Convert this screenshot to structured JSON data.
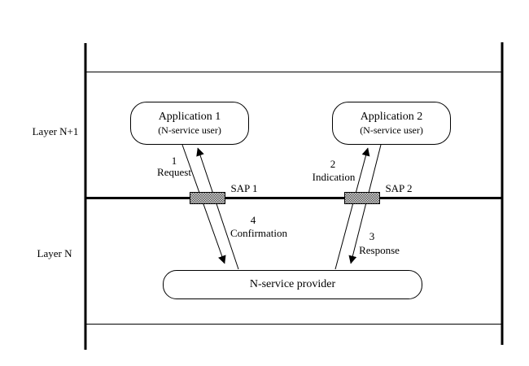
{
  "diagram": {
    "layers": {
      "upper_label": "Layer N+1",
      "lower_label": "Layer N"
    },
    "boxes": {
      "app1": {
        "title": "Application 1",
        "subtitle": "(N-service user)"
      },
      "app2": {
        "title": "Application 2",
        "subtitle": "(N-service user)"
      },
      "provider": {
        "title": "N-service provider"
      }
    },
    "saps": {
      "sap1_label": "SAP 1",
      "sap2_label": "SAP 2"
    },
    "primitives": {
      "request": {
        "number": "1",
        "label": "Request"
      },
      "indication": {
        "number": "2",
        "label": "Indication"
      },
      "response": {
        "number": "3",
        "label": "Response"
      },
      "confirmation": {
        "number": "4",
        "label": "Confirmation"
      }
    },
    "colors": {
      "line": "#000000",
      "background": "#ffffff",
      "sap_fill_dark": "#5a5a5a",
      "sap_fill_light": "#d6d6d6"
    }
  }
}
